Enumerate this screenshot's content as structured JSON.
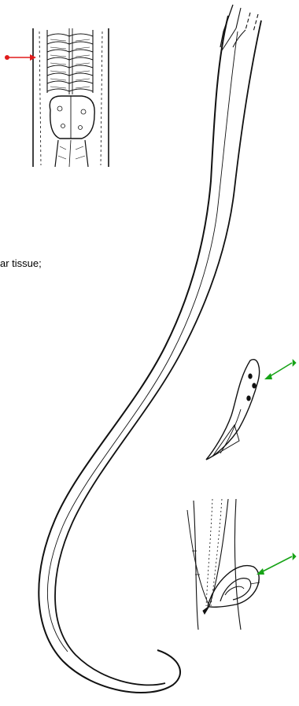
{
  "caption_fragment": "ar tissue;",
  "colors": {
    "ink": "#111111",
    "arrow_red": "#e01b1b",
    "arrow_green": "#17a317",
    "background": "#ffffff"
  },
  "panels": [
    {
      "name": "esophagus-detail-inset",
      "pointer": "red-arrow"
    },
    {
      "name": "worm-body-drawing"
    },
    {
      "name": "tail-tip-detail",
      "pointer": "green-arrow"
    },
    {
      "name": "cloacal-spicule-detail",
      "pointer": "green-arrow"
    }
  ]
}
